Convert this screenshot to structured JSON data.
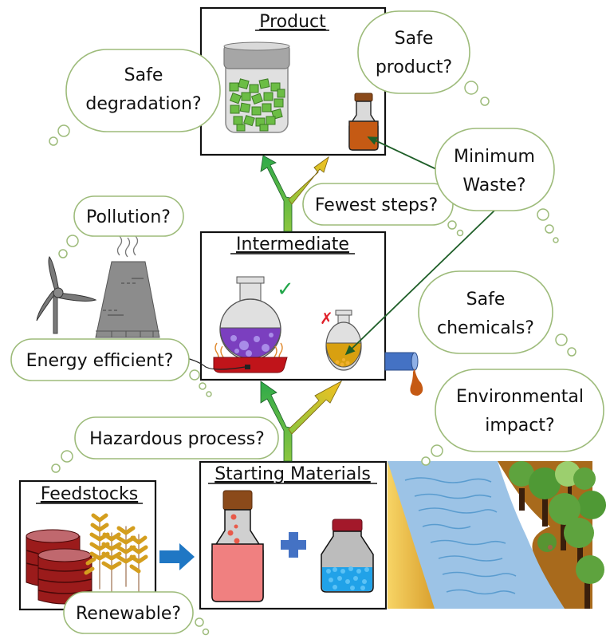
{
  "diagram": {
    "title": "Green chemistry considerations from feedstock to product",
    "boxes": {
      "product": {
        "title": "Product"
      },
      "intermediate": {
        "title": "Intermediate"
      },
      "starting_materials": {
        "title": "Starting Materials"
      },
      "feedstocks": {
        "title": "Feedstocks"
      }
    },
    "questions": {
      "safe_degradation": [
        "Safe",
        "degradation?"
      ],
      "safe_product": [
        "Safe",
        "product?"
      ],
      "minimum_waste": [
        "Minimum",
        "Waste?"
      ],
      "fewest_steps": "Fewest steps?",
      "pollution": "Pollution?",
      "energy_efficient": "Energy efficient?",
      "safe_chemicals": [
        "Safe",
        "chemicals?"
      ],
      "environmental_impact": [
        "Environmental",
        "impact?"
      ],
      "hazardous_process": "Hazardous process?",
      "renewable": "Renewable?"
    },
    "markers": {
      "good_route": "✓",
      "bad_route": "✗"
    },
    "colors": {
      "green_route": "#2eaa4a",
      "yellow_route": "#f4c020",
      "bubble_outline": "#9dbb7a",
      "feed_arrow": "#1f77c4",
      "plus": "#4472c4",
      "water": "#9cc3e6",
      "sand": "#f2c44d",
      "soil": "#a86a1c"
    }
  }
}
